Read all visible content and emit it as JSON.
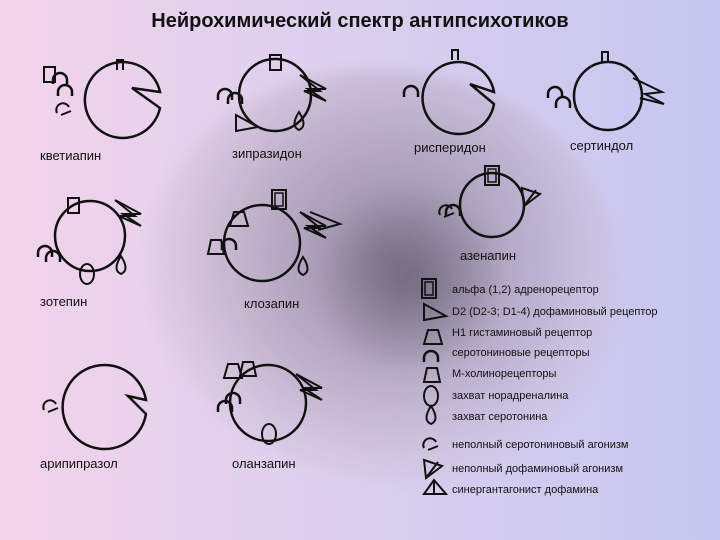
{
  "title": "Нейрохимический спектр антипсихотиков",
  "drugs": [
    {
      "name": "кветиапин"
    },
    {
      "name": "зипразидон"
    },
    {
      "name": "рисперидон"
    },
    {
      "name": "сертиндол"
    },
    {
      "name": "азенапин"
    },
    {
      "name": "зотепин"
    },
    {
      "name": "клозапин"
    },
    {
      "name": "арипипразол"
    },
    {
      "name": "оланзапин"
    }
  ],
  "legend": [
    {
      "label": "альфа (1,2) адренорецептор",
      "icon": "alpha-receptor-icon"
    },
    {
      "label": "D2 (D2-3; D1-4) дофаминовый рецептор",
      "icon": "dopamine-receptor-icon"
    },
    {
      "label": "H1 гистаминовый рецептор",
      "icon": "histamine-receptor-icon"
    },
    {
      "label": "серотониновые рецепторы",
      "icon": "serotonin-receptor-icon"
    },
    {
      "label": "М-холинорецепторы",
      "icon": "m-cholinoreceptor-icon"
    },
    {
      "label": "захват норадреналина",
      "icon": "norepinephrine-reuptake-icon"
    },
    {
      "label": "захват серотонина",
      "icon": "serotonin-reuptake-icon"
    },
    {
      "label": "неполный серотониновый агонизм",
      "icon": "partial-serotonin-agonism-icon"
    },
    {
      "label": "неполный дофаминовый агонизм",
      "icon": "partial-dopamine-agonism-icon"
    },
    {
      "label": "синергантагонист дофамина",
      "icon": "dopamine-synergist-antagonist-icon"
    }
  ]
}
